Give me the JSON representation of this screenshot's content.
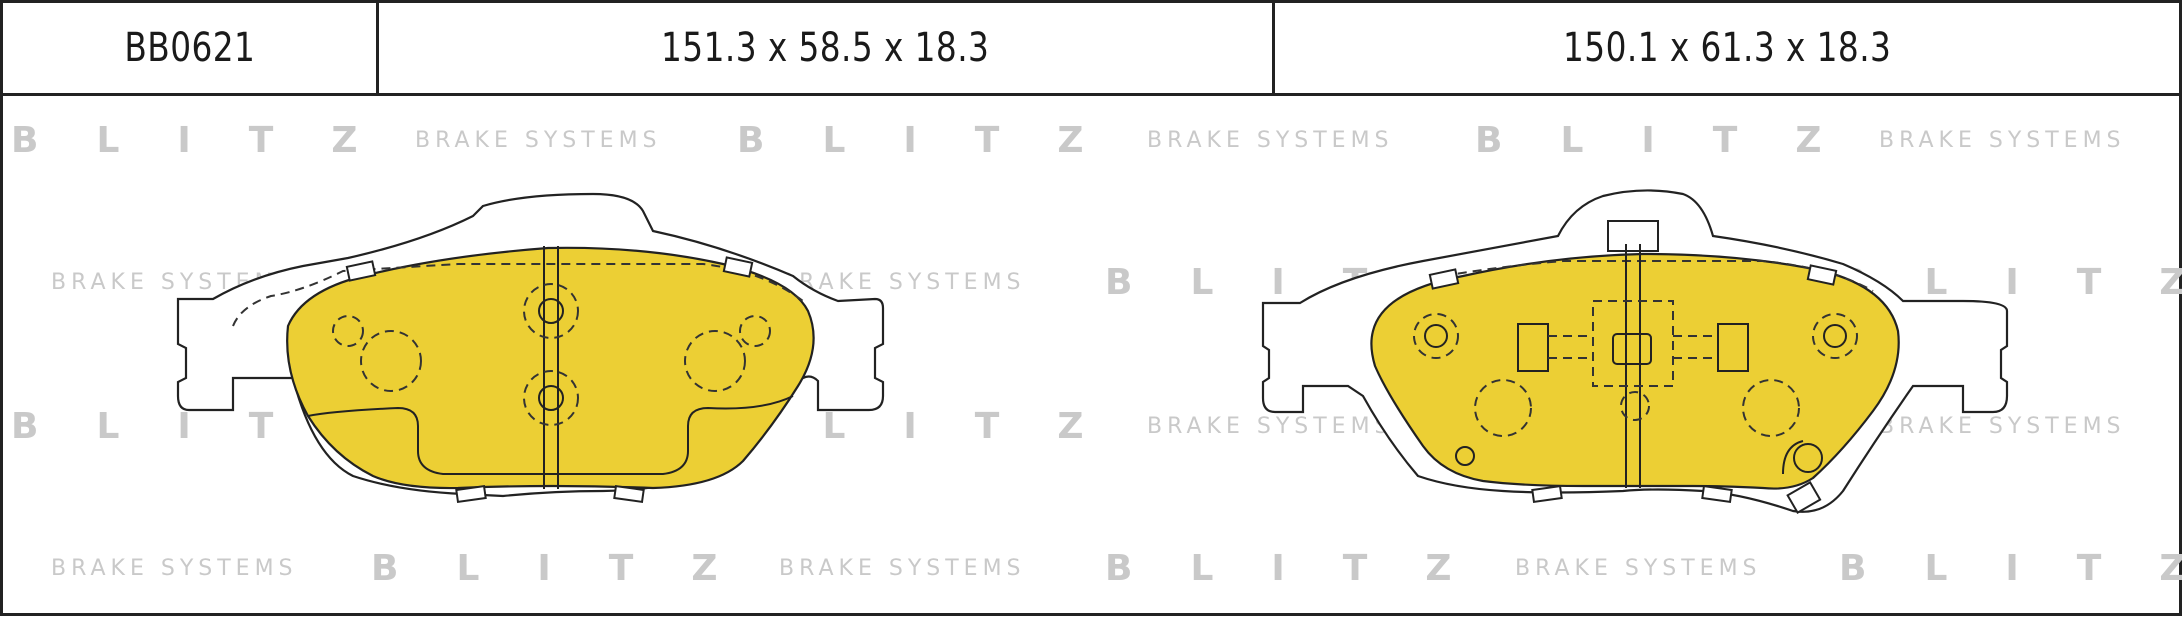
{
  "header": {
    "part_number": "BB0621",
    "dimension_1": "151.3 x 58.5 x 18.3",
    "dimension_2": "150.1 x 61.3 x 18.3"
  },
  "watermark": {
    "logo": "BLITZ",
    "subtitle": "BRAKE SYSTEMS"
  },
  "colors": {
    "pad_fill": "#eccf34",
    "watermark": "#c9c9c9",
    "line": "#222222"
  }
}
